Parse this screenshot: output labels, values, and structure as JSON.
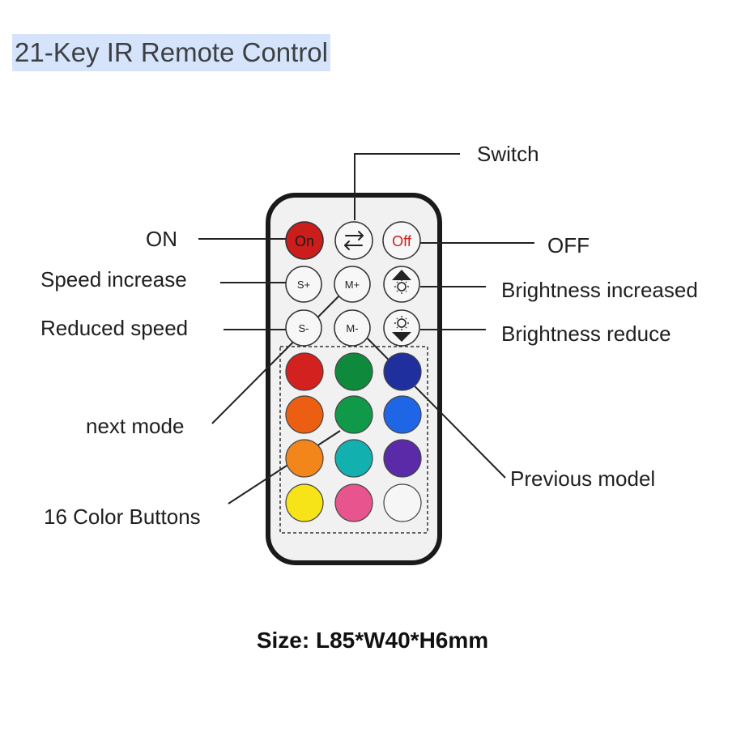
{
  "title": "21-Key IR Remote Control",
  "buttons": {
    "on": "On",
    "off": "Off",
    "speed_up": "S+",
    "speed_down": "S-",
    "mode_next": "M+",
    "mode_prev": "M-"
  },
  "callouts": {
    "switch": "Switch",
    "on": "ON",
    "off": "OFF",
    "speed_increase": "Speed increase",
    "brightness_increased": "Brightness increased",
    "reduced_speed": "Reduced speed",
    "brightness_reduce": "Brightness reduce",
    "next_mode": "next mode",
    "previous_model": "Previous model",
    "color_buttons": "16 Color Buttons"
  },
  "color_buttons": [
    {
      "color": "#d2211f"
    },
    {
      "color": "#0f8a3c"
    },
    {
      "color": "#1f2f9e"
    },
    {
      "color": "#ec5f13"
    },
    {
      "color": "#11994a"
    },
    {
      "color": "#1e66e6"
    },
    {
      "color": "#f3861b"
    },
    {
      "color": "#13b0b0"
    },
    {
      "color": "#5a2aa8"
    },
    {
      "color": "#f6e418"
    },
    {
      "color": "#e8548e"
    },
    {
      "color": "#f6f6f6"
    }
  ],
  "colors": {
    "on_button": "#cc1d1d",
    "off_text": "#cc1d1d",
    "remote_body": "#f1f1f1",
    "remote_border": "#1a1a1a",
    "title_highlight": "#d6e4fb"
  },
  "icons": {
    "switch": "swap-arrows-icon",
    "brightness_up": "brightness-up-icon",
    "brightness_down": "brightness-down-icon"
  },
  "size_caption": "Size: L85*W40*H6mm"
}
